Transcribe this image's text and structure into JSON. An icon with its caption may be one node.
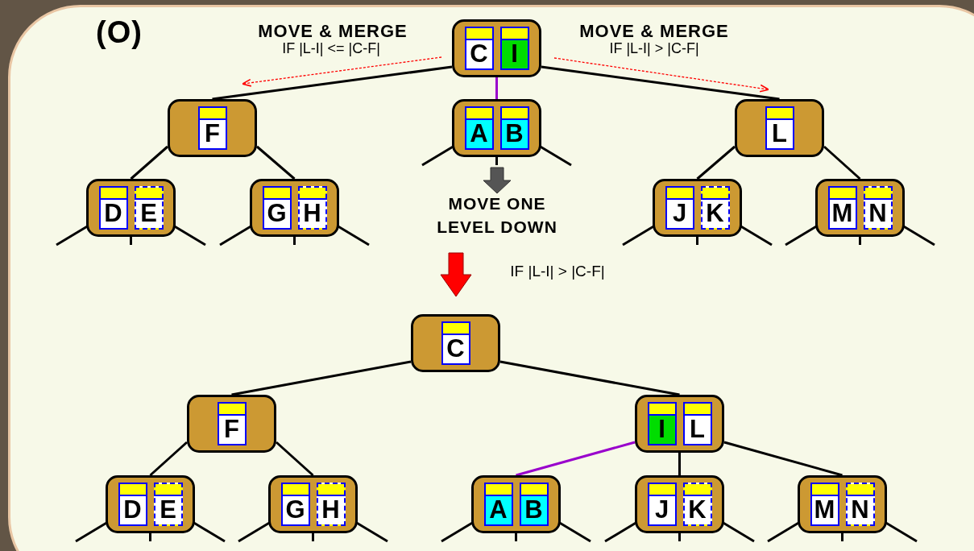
{
  "diagram": {
    "nodes": [
      {
        "text": [],
        "shape": "box"
      },
      {
        "text": [
          "C"
        ],
        "in": 0
      },
      {
        "text": [
          "I"
        ],
        "in": 0
      },
      {
        "text": [],
        "shape": "box"
      },
      {
        "text": [
          "F"
        ],
        "in": 3
      },
      {
        "text": [],
        "shape": "box"
      },
      {
        "text": [
          "A"
        ],
        "in": 5
      },
      {
        "text": [
          "B"
        ],
        "in": 5
      },
      {
        "text": [],
        "shape": "box"
      },
      {
        "text": [
          "L"
        ],
        "in": 8
      },
      {
        "text": [],
        "shape": "box"
      },
      {
        "text": [
          "D"
        ],
        "in": 10
      },
      {
        "text": [
          "E"
        ],
        "in": 10
      },
      {
        "text": [],
        "shape": "box"
      },
      {
        "text": [
          "G"
        ],
        "in": 13
      },
      {
        "text": [
          "H"
        ],
        "in": 13
      },
      {
        "text": [],
        "shape": "box"
      },
      {
        "text": [
          "J"
        ],
        "in": 16
      },
      {
        "text": [
          "K"
        ],
        "in": 16
      },
      {
        "text": [],
        "shape": "box"
      },
      {
        "text": [
          "M"
        ],
        "in": 19
      },
      {
        "text": [
          "N"
        ],
        "in": 19
      },
      {
        "text": [],
        "shape": "box"
      },
      {
        "text": [
          "C"
        ],
        "in": 22
      },
      {
        "text": [],
        "shape": "box"
      },
      {
        "text": [
          "F"
        ],
        "in": 24
      },
      {
        "text": [],
        "shape": "box"
      },
      {
        "text": [
          "I"
        ],
        "in": 26
      },
      {
        "text": [
          "L"
        ],
        "in": 26
      },
      {
        "text": [],
        "shape": "box"
      },
      {
        "text": [
          "D"
        ],
        "in": 29
      },
      {
        "text": [
          "E"
        ],
        "in": 29
      },
      {
        "text": [],
        "shape": "box"
      },
      {
        "text": [
          "G"
        ],
        "in": 32
      },
      {
        "text": [
          "H"
        ],
        "in": 32
      },
      {
        "text": [],
        "shape": "box"
      },
      {
        "text": [
          "A"
        ],
        "in": 35
      },
      {
        "text": [
          "B"
        ],
        "in": 35
      },
      {
        "text": [],
        "shape": "box"
      },
      {
        "text": [
          "J"
        ],
        "in": 38
      },
      {
        "text": [
          "K"
        ],
        "in": 38
      },
      {
        "text": [],
        "shape": "box"
      },
      {
        "text": [
          "M"
        ],
        "in": 41
      },
      {
        "text": [
          "N"
        ],
        "in": 41
      }
    ],
    "edges": [
      {
        "from": 0,
        "to": 3,
        "arrow": "none"
      },
      {
        "from": 0,
        "to": 5,
        "arrow": "none",
        "color": "#9900cc"
      },
      {
        "from": 0,
        "to": 8,
        "arrow": "none"
      },
      {
        "from": 3,
        "to": 10,
        "arrow": "none"
      },
      {
        "from": 3,
        "to": 13,
        "arrow": "none"
      },
      {
        "from": 8,
        "to": 16,
        "arrow": "none"
      },
      {
        "from": 8,
        "to": 19,
        "arrow": "none"
      },
      {
        "from": 22,
        "to": 24,
        "arrow": "none"
      },
      {
        "from": 22,
        "to": 26,
        "arrow": "none"
      },
      {
        "from": 24,
        "to": 29,
        "arrow": "none"
      },
      {
        "from": 24,
        "to": 32,
        "arrow": "none"
      },
      {
        "from": 26,
        "to": 35,
        "arrow": "none",
        "color": "#9900cc"
      },
      {
        "from": 26,
        "to": 38,
        "arrow": "none"
      },
      {
        "from": 26,
        "to": 41,
        "arrow": "none"
      }
    ],
    "labels": [
      "(O)",
      "MOVE & MERGE",
      "IF |L-I| <= |C-F|",
      "MOVE & MERGE",
      "IF |L-I| > |C-F|",
      "MOVE ONE LEVEL DOWN",
      "IF |L-I| > |C-F|"
    ]
  }
}
